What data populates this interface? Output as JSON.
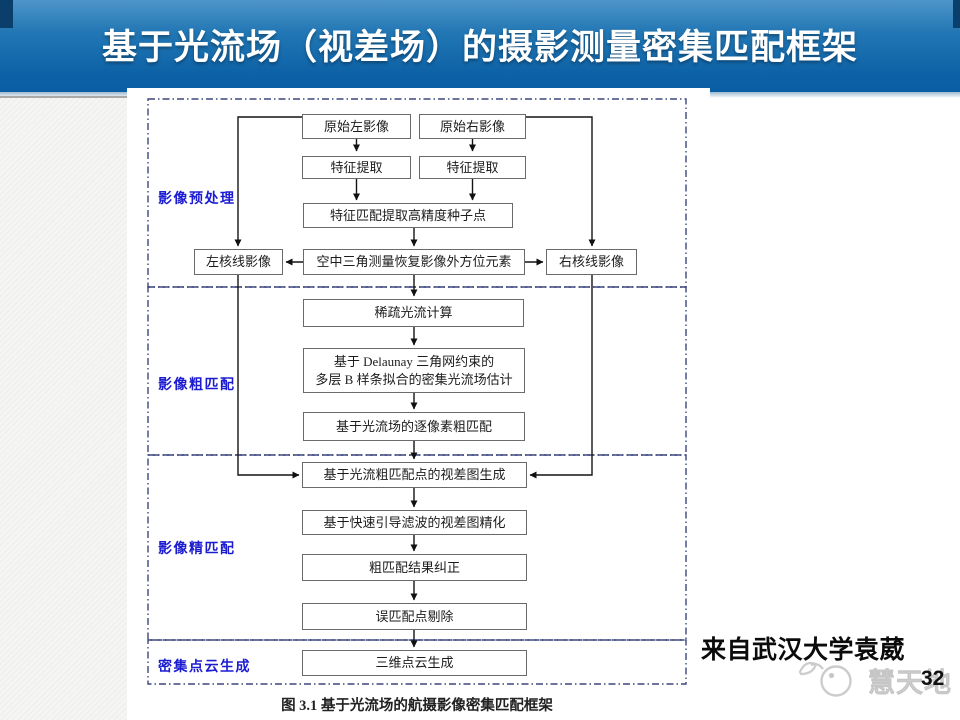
{
  "header": {
    "title": "基于光流场（视差场）的摄影测量密集匹配框架"
  },
  "figure": {
    "sections": [
      {
        "label": "影像预处理"
      },
      {
        "label": "影像粗匹配"
      },
      {
        "label": "影像精匹配"
      },
      {
        "label": "密集点云生成"
      }
    ],
    "nodes": {
      "original_left": "原始左影像",
      "original_right": "原始右影像",
      "feature_left": "特征提取",
      "feature_right": "特征提取",
      "seed": "特征匹配提取高精度种子点",
      "left_epipolar": "左核线影像",
      "aerial": "空中三角测量恢复影像外方位元素",
      "right_epipolar": "右核线影像",
      "sparse_flow": "稀疏光流计算",
      "delaunay_l1": "基于 Delaunay 三角网约束的",
      "delaunay_l2": "多层 B 样条拟合的密集光流场估计",
      "pixelwise": "基于光流场的逐像素粗匹配",
      "disparity_gen": "基于光流粗匹配点的视差图生成",
      "disparity_refine": "基于快速引导滤波的视差图精化",
      "coarse_correct": "粗匹配结果纠正",
      "mismatch_remove": "误匹配点剔除",
      "pointcloud": "三维点云生成"
    },
    "caption": "图 3.1  基于光流场的航摄影像密集匹配框架"
  },
  "footer": {
    "credit": "来自武汉大学袁葳",
    "watermark_text": "慧天地",
    "page_number": "32"
  },
  "icons": {
    "watermark_logo": "bird-logo"
  },
  "colors": {
    "header_blue": "#0d62a7",
    "section_label_blue": "#1b1bd1",
    "dashed_border": "#3d477e"
  }
}
